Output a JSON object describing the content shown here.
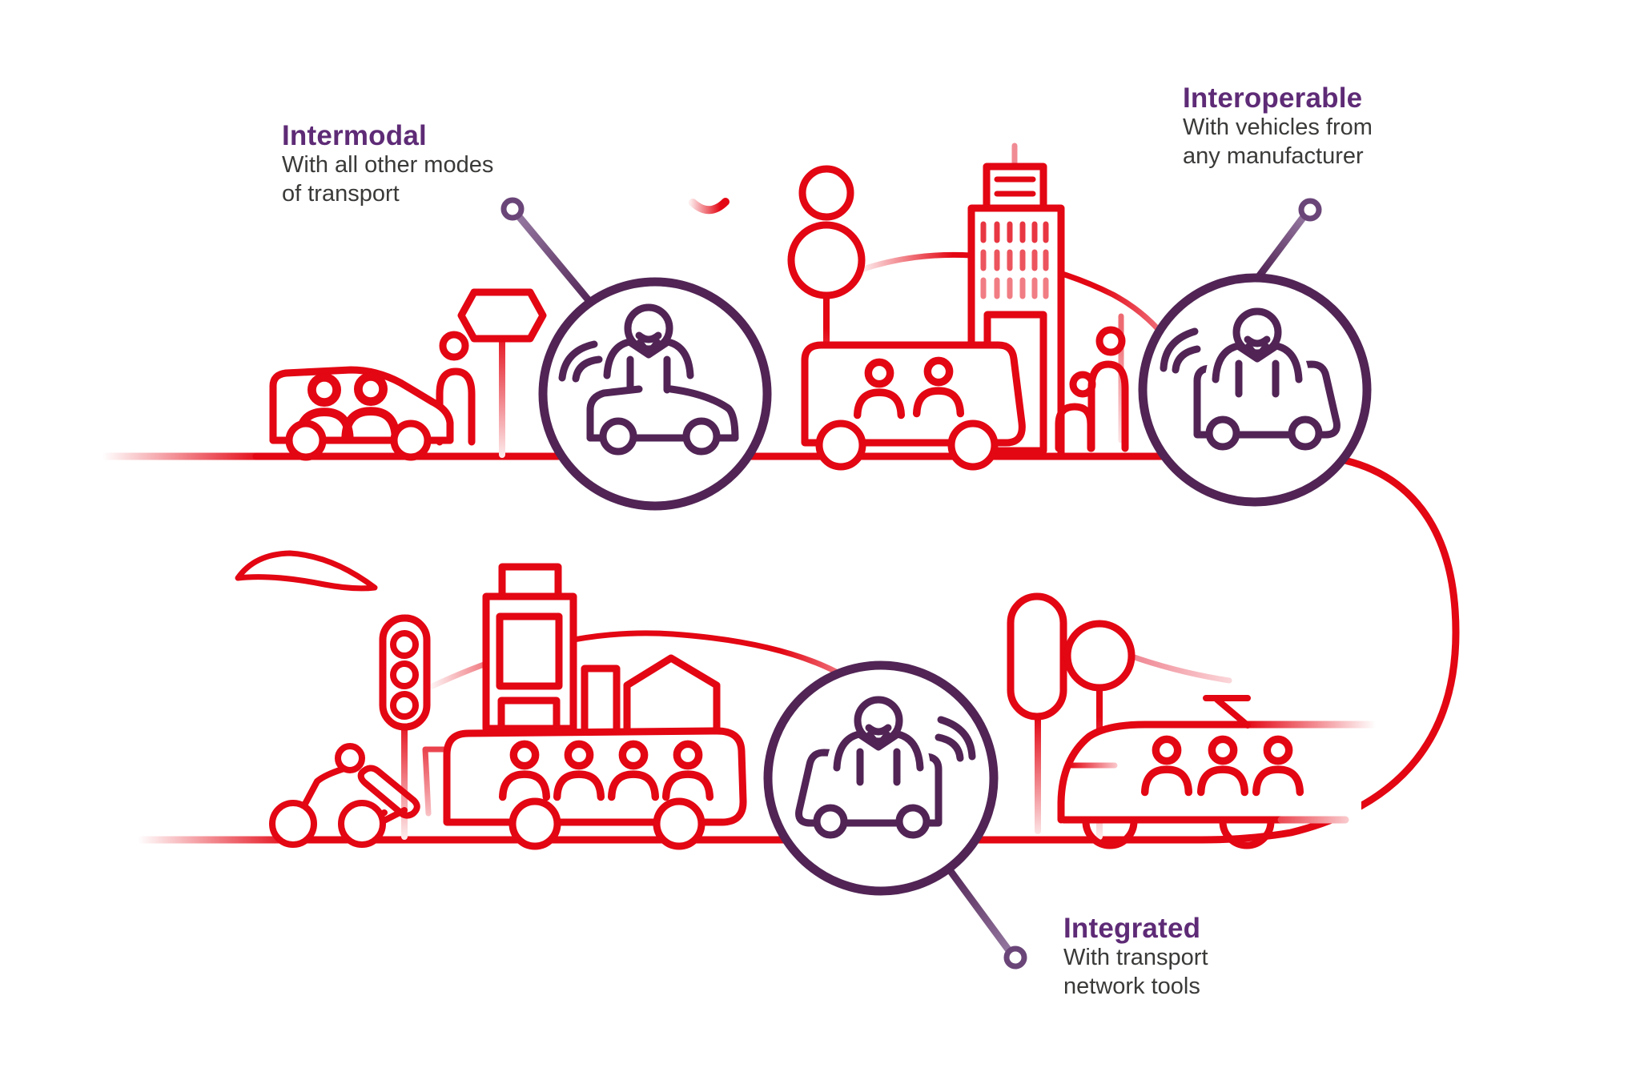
{
  "colors": {
    "illustration_red": "#E30613",
    "illustration_purple": "#512455",
    "title_purple": "#5E2B76",
    "body_text": "#3A3A39",
    "background": "#FFFFFF"
  },
  "callouts": {
    "intermodal": {
      "title": "Intermodal",
      "line1": "With all other modes",
      "line2": "of transport"
    },
    "interoperable": {
      "title": "Interoperable",
      "line1": "With vehicles from",
      "line2": "any manufacturer"
    },
    "integrated": {
      "title": "Integrated",
      "line1": "With transport",
      "line2": "network tools"
    }
  },
  "scene": {
    "top_row_icons": [
      "car-with-passengers-icon",
      "pedestrian-icon",
      "stop-sign-icon",
      "autonomous-car-badge",
      "tree-icon",
      "bus-with-passengers-icon",
      "skyscraper-icon",
      "adult-and-child-icon",
      "autonomous-shuttle-badge"
    ],
    "bottom_row_icons": [
      "bird-icon",
      "cyclist-icon",
      "traffic-light-icon",
      "city-buildings-icon",
      "bus-with-passengers-icon",
      "autonomous-shuttle-badge",
      "tree-icons",
      "tram-with-passengers-icon"
    ],
    "road": "continuous line from top-left, u-turn on the right, returning along the bottom"
  }
}
